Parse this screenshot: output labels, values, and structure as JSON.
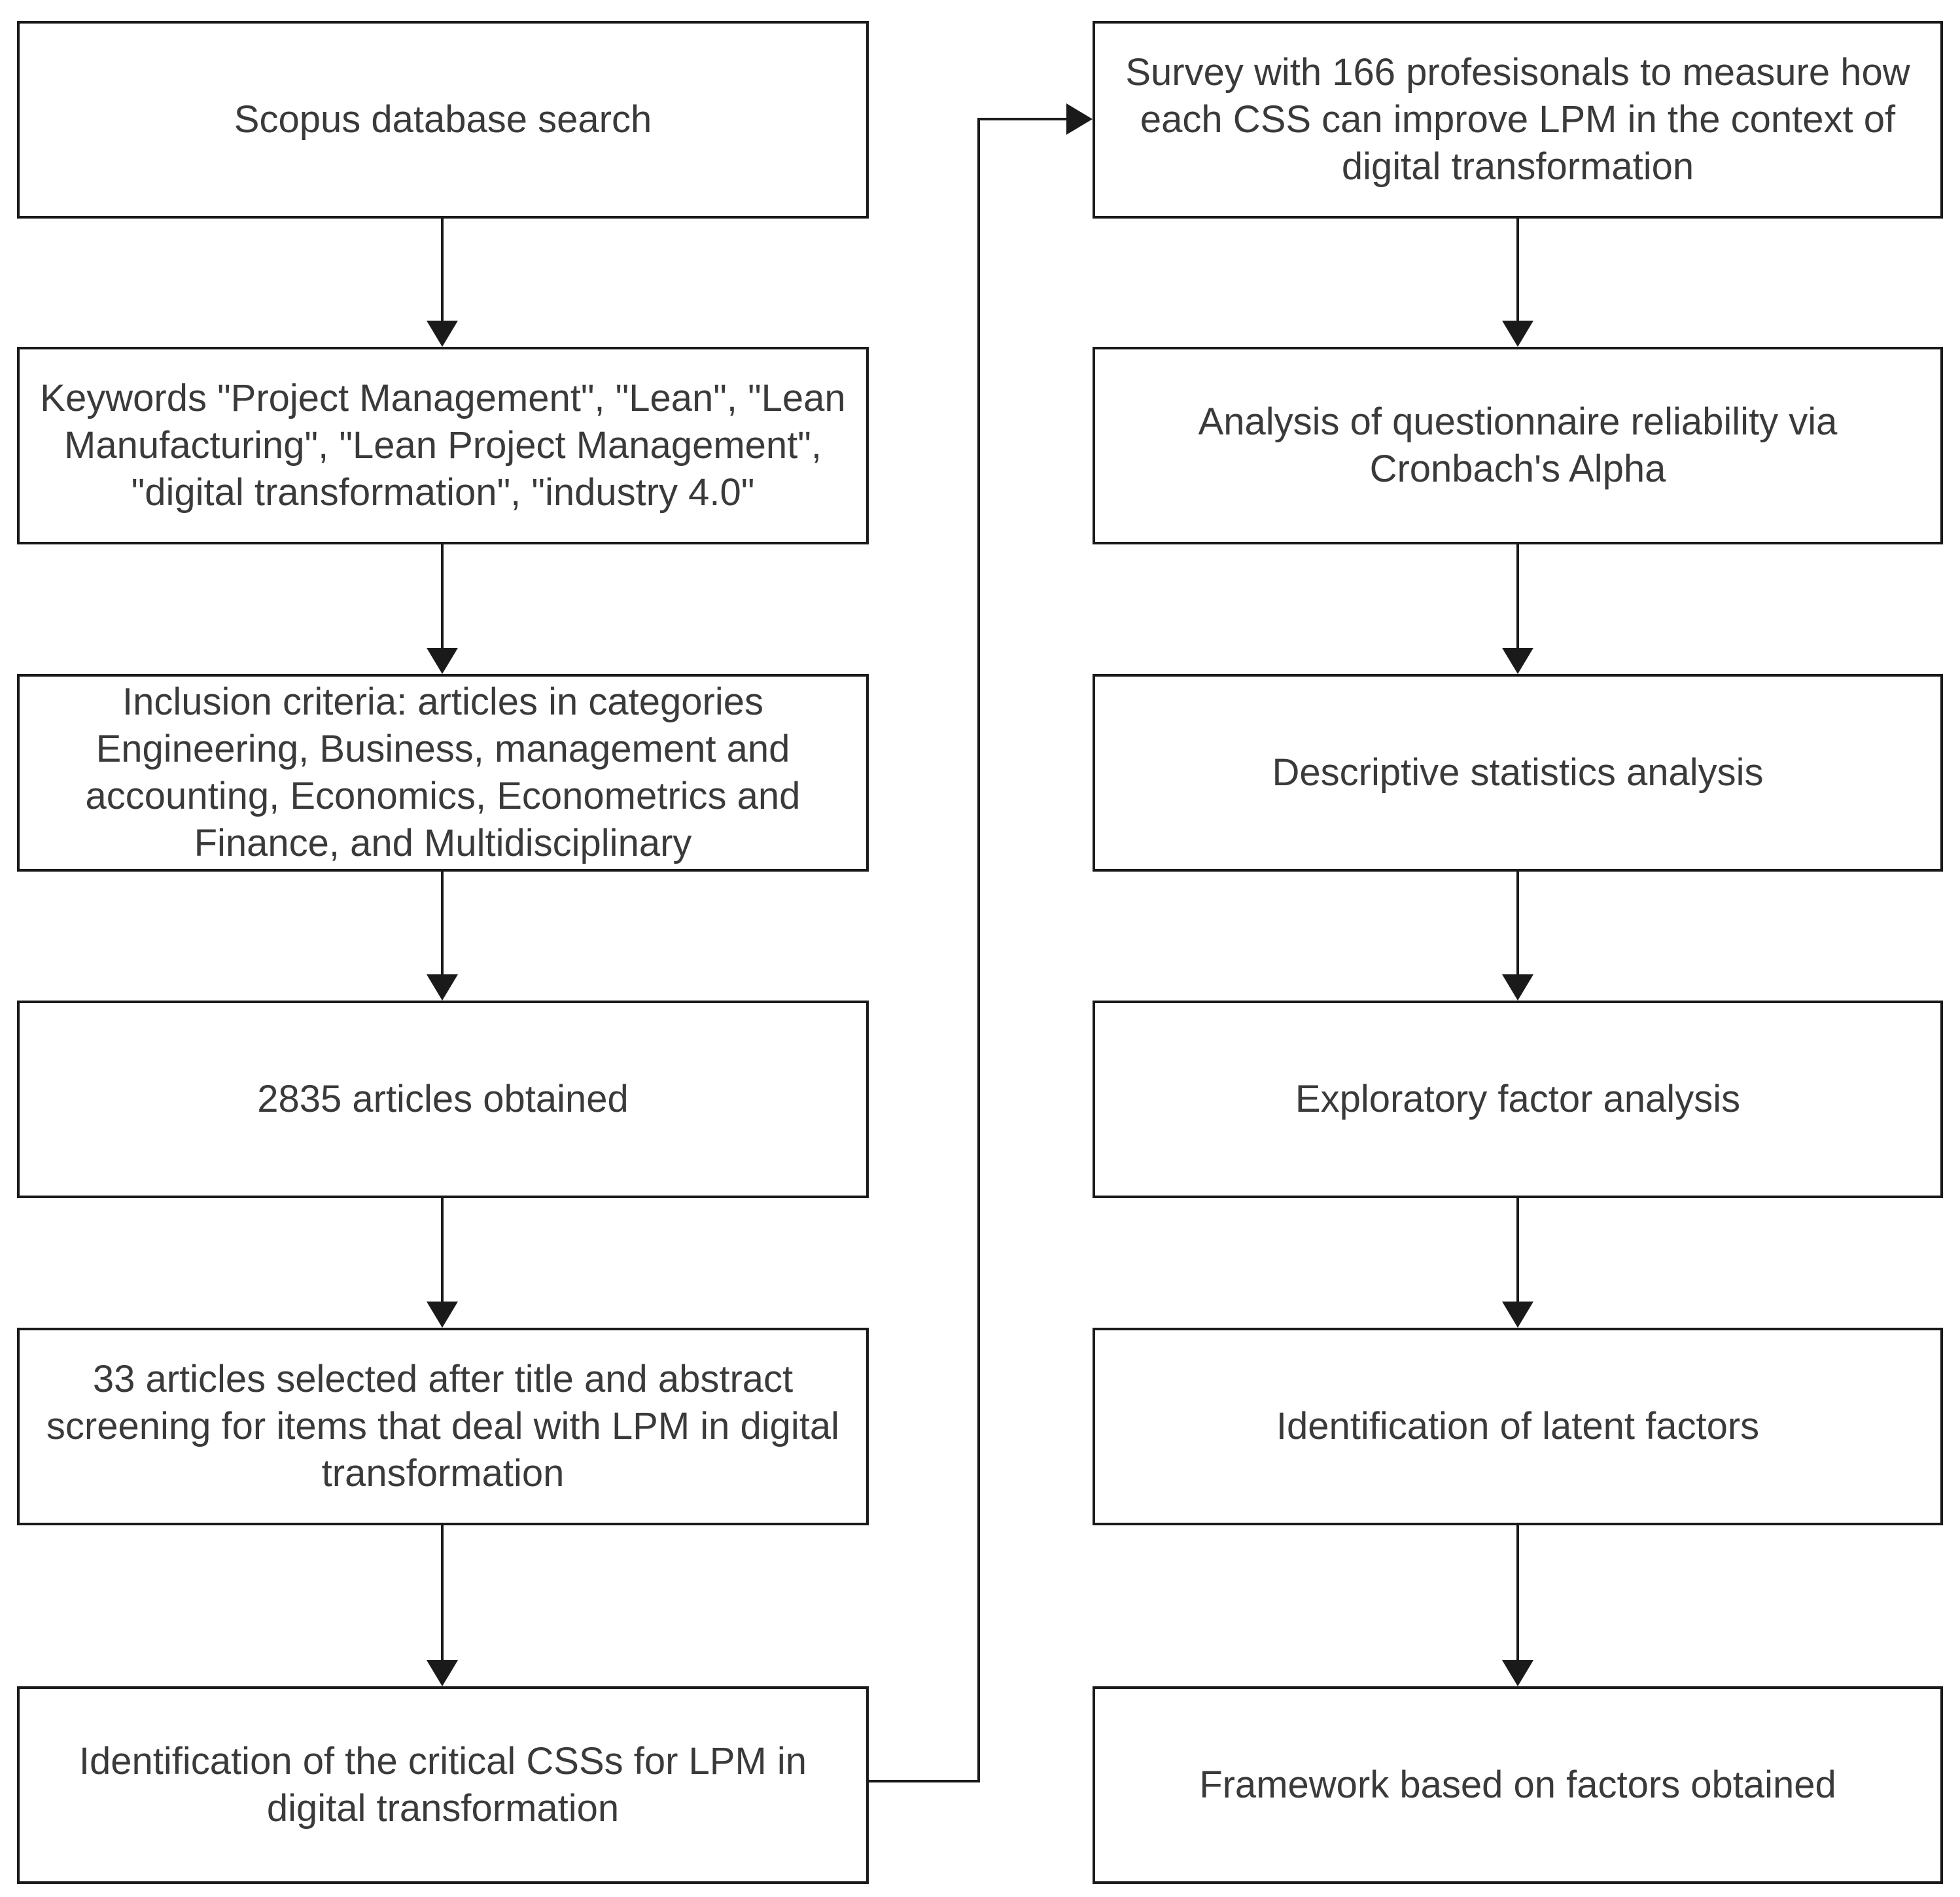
{
  "diagram": {
    "left_steps": [
      "Scopus database search",
      "Keywords \"Project Management\", \"Lean\", \"Lean Manufacturing\", \"Lean Project Management\", \"digital transformation\", \"industry 4.0\"",
      "Inclusion criteria: articles in categories Engineering, Business, management and accounting, Economics, Econometrics and Finance, and Multidisciplinary",
      "2835 articles obtained",
      "33 articles selected after title and abstract screening for items that deal with LPM in digital transformation",
      "Identification of the critical CSSs for LPM in digital transformation"
    ],
    "right_steps": [
      "Survey with 166 profesisonals to measure how each CSS can improve LPM in the context of digital transformation",
      "Analysis of questionnaire reliability via Cronbach's Alpha",
      "Descriptive statistics analysis",
      "Exploratory factor analysis",
      "Identification of latent factors",
      "Framework based on factors obtained"
    ],
    "colors": {
      "border": "#1a1a1a",
      "text": "#3a3a3a",
      "arrow": "#1a1a1a",
      "background": "#ffffff"
    }
  }
}
